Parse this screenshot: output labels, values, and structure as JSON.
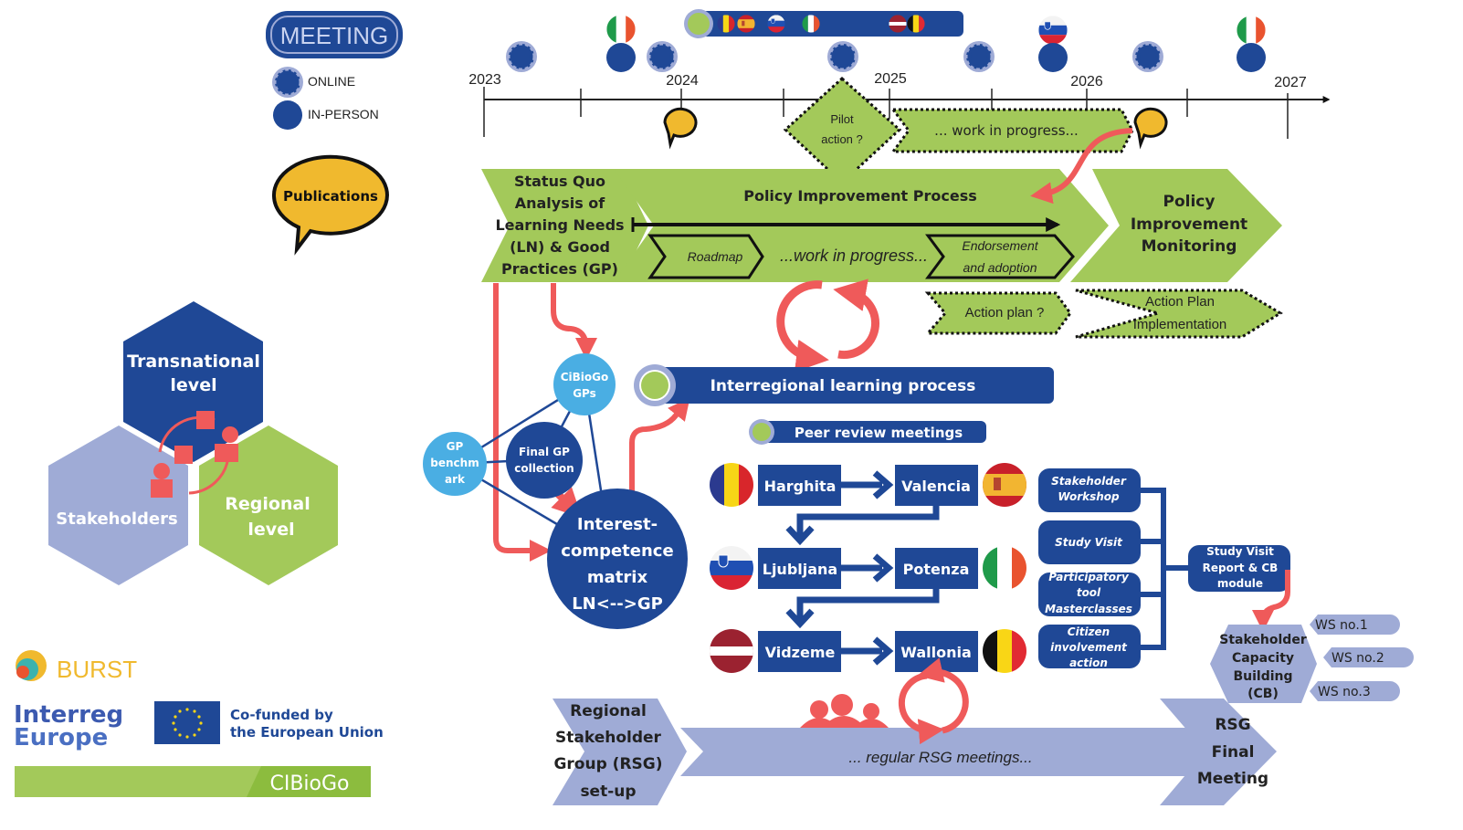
{
  "colors": {
    "navy": "#1f4896",
    "green": "#a3c95a",
    "lavender": "#9fabd6",
    "coral": "#ef5a5a",
    "lightblue": "#4aaee3",
    "yellow": "#f0b92e"
  },
  "legend": {
    "meeting_badge": "MEETING",
    "online_label": "ONLINE",
    "in_person_label": "IN-PERSON",
    "publications_label": "Publications"
  },
  "timeline": {
    "years": [
      "2023",
      "2024",
      "2025",
      "2026",
      "2027"
    ],
    "meetings": [
      {
        "type": "online"
      },
      {
        "type": "in-person",
        "flag": "italy"
      },
      {
        "type": "online"
      },
      {
        "type": "online"
      },
      {
        "type": "online"
      },
      {
        "type": "in-person",
        "flag": "slovenia"
      },
      {
        "type": "online"
      },
      {
        "type": "in-person",
        "flag": "italy"
      }
    ],
    "peer_review_flags": [
      "romania",
      "spain",
      "slovenia",
      "italy",
      "latvia",
      "belgium"
    ],
    "publications_count": 2
  },
  "phase1": {
    "status_quo": [
      "Status Quo",
      "Analysis of",
      "Learning Needs",
      "(LN) & Good",
      "Practices (GP)"
    ],
    "policy_process_title": "Policy Improvement Process",
    "roadmap": "Roadmap",
    "work_in_progress": "...work in progress...",
    "endorsement": [
      "Endorsement",
      "and adoption"
    ],
    "monitoring": [
      "Policy",
      "Improvement",
      "Monitoring"
    ],
    "pilot_action": [
      "Pilot",
      "action ?"
    ],
    "pilot_wip": "... work in progress...",
    "action_plan": "Action plan ?",
    "action_plan_impl": [
      "Action Plan",
      "Implementation"
    ]
  },
  "gp_network": {
    "cibiogo_gps": [
      "CiBioGo",
      "GPs"
    ],
    "gp_benchmark": [
      "GP",
      "benchm",
      "ark"
    ],
    "final_gp": [
      "Final GP",
      "collection"
    ],
    "matrix": [
      "Interest-",
      "competence",
      "matrix",
      "LN<-->GP"
    ]
  },
  "interregional": {
    "title": "Interregional learning process",
    "peer_review": "Peer review meetings",
    "pairs": [
      {
        "from": "Harghita",
        "from_flag": "romania",
        "to": "Valencia",
        "to_flag": "spain"
      },
      {
        "from": "Ljubljana",
        "from_flag": "slovenia",
        "to": "Potenza",
        "to_flag": "italy"
      },
      {
        "from": "Vidzeme",
        "from_flag": "latvia",
        "to": "Wallonia",
        "to_flag": "belgium"
      }
    ],
    "activities": [
      [
        "Stakeholder",
        "Workshop"
      ],
      [
        "Study Visit"
      ],
      [
        "Participatory",
        "tool",
        "Masterclasses"
      ],
      [
        "Citizen",
        "involvement",
        "action"
      ]
    ],
    "report": [
      "Study Visit",
      "Report & CB",
      "module"
    ],
    "capacity": [
      "Stakeholder",
      "Capacity",
      "Building",
      "(CB)"
    ],
    "workshops": [
      "WS no.1",
      "WS no.2",
      "WS no.3"
    ]
  },
  "regional": {
    "setup": [
      "Regional",
      "Stakeholder",
      "Group (RSG)",
      "set-up"
    ],
    "meetings": "... regular RSG meetings...",
    "final": [
      "RSG",
      "Final",
      "Meeting"
    ]
  },
  "levels": {
    "transnational": [
      "Transnational",
      "level"
    ],
    "stakeholders": "Stakeholders",
    "regional": [
      "Regional",
      "level"
    ]
  },
  "logos": {
    "burst": "BURST",
    "interreg": [
      "Interreg",
      "Europe"
    ],
    "cofunded": [
      "Co-funded by",
      "the European Union"
    ],
    "cibiogo": "CIBioGo"
  }
}
